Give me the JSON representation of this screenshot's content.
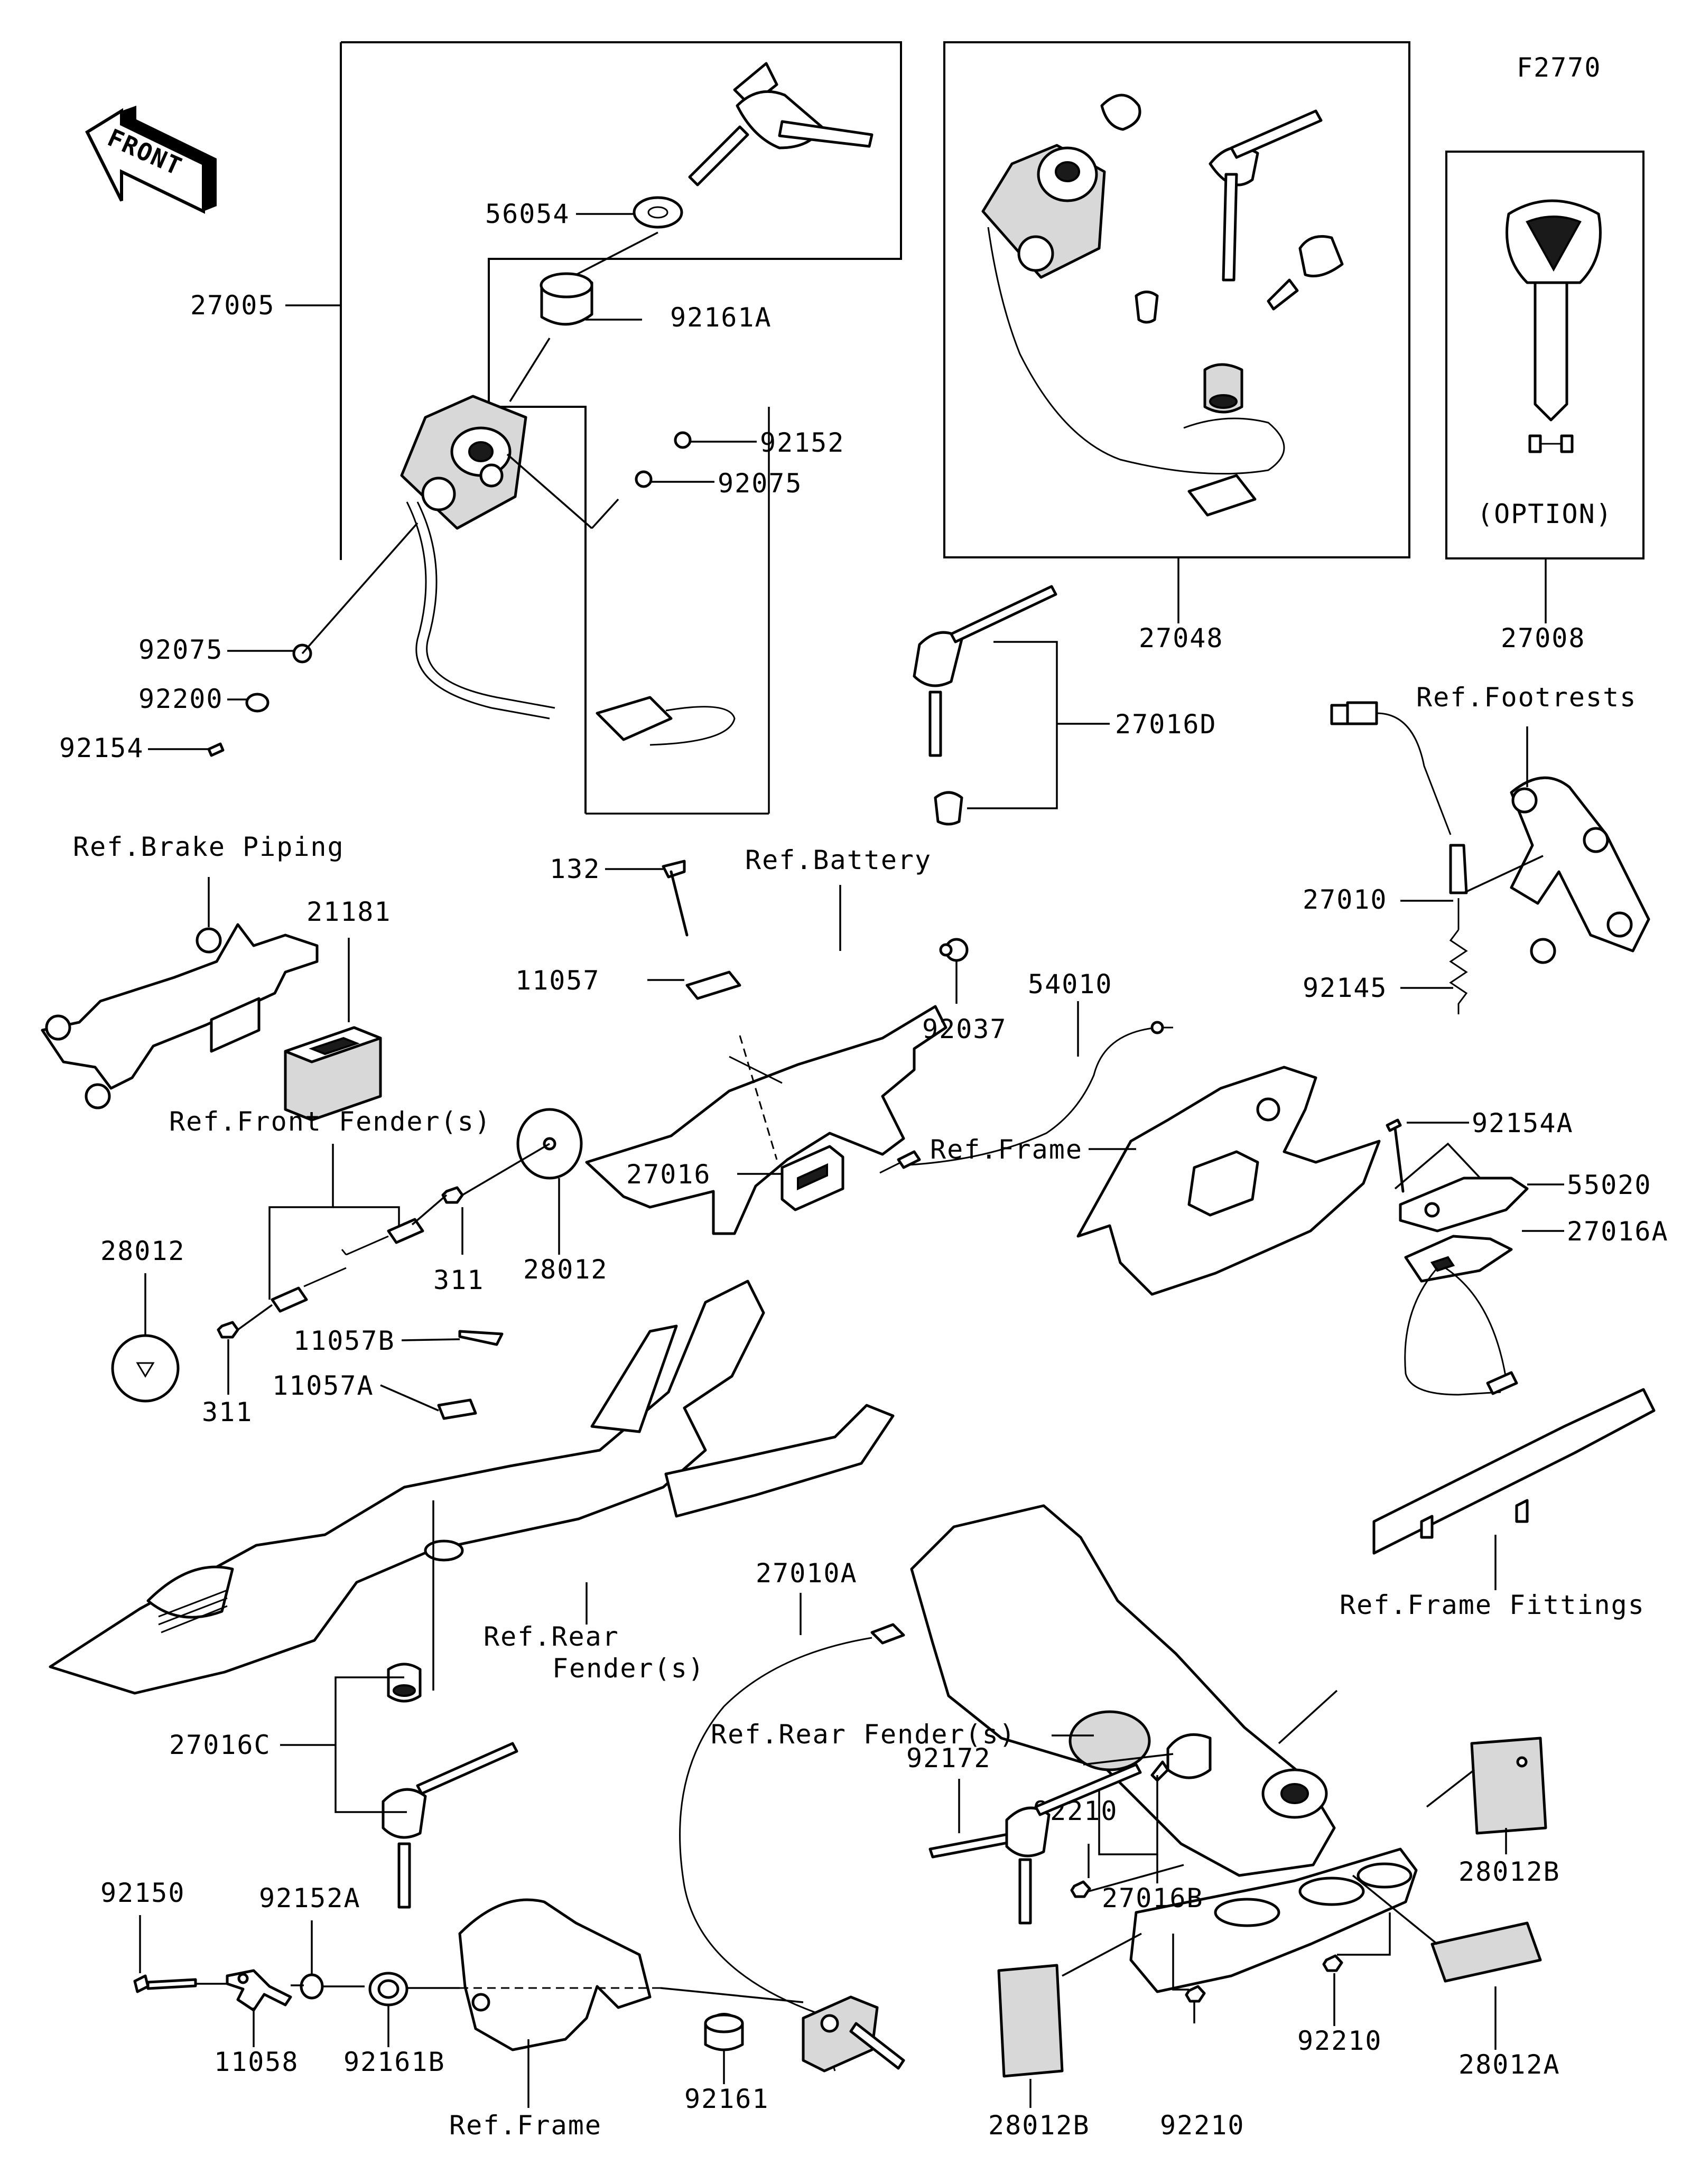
{
  "diagram_code": "F2770",
  "front_arrow": "FRONT",
  "option_label": "(OPTION)",
  "labels": {
    "p27005": "27005",
    "p56054": "56054",
    "p92161A": "92161A",
    "p92152": "92152",
    "p92075a": "92075",
    "p92075b": "92075",
    "p92200": "92200",
    "p92154": "92154",
    "p27048": "27048",
    "p27008": "27008",
    "p27016D": "27016D",
    "ref_footrests": "Ref.Footrests",
    "p27010": "27010",
    "p92145": "92145",
    "ref_brake_piping": "Ref.Brake Piping",
    "p21181": "21181",
    "p132": "132",
    "ref_battery": "Ref.Battery",
    "p11057": "11057",
    "p92037": "92037",
    "p54010": "54010",
    "ref_front_fender": "Ref.Front Fender(s)",
    "p27016": "27016",
    "ref_frame_a": "Ref.Frame",
    "p92154A": "92154A",
    "p55020": "55020",
    "p27016A": "27016A",
    "p28012a": "28012",
    "p28012b": "28012",
    "p311a": "311",
    "p311b": "311",
    "p11057B": "11057B",
    "p11057A": "11057A",
    "p92172": "92172",
    "p27016B": "27016B",
    "ref_rear_fender_1": "Ref.Rear",
    "ref_rear_fender_2": "Fender(s)",
    "p27010A": "27010A",
    "ref_frame_fittings": "Ref.Frame Fittings",
    "p27016C": "27016C",
    "ref_rear_fender_b": "Ref.Rear Fender(s)",
    "p92210a": "92210",
    "p28012B_a": "28012B",
    "p92150": "92150",
    "p92152A": "92152A",
    "p92161B": "92161B",
    "p11058": "11058",
    "ref_frame_b": "Ref.Frame",
    "p92161": "92161",
    "p92210b": "92210",
    "p28012A": "28012A",
    "p28012B_b": "28012B",
    "p92210c": "92210"
  }
}
